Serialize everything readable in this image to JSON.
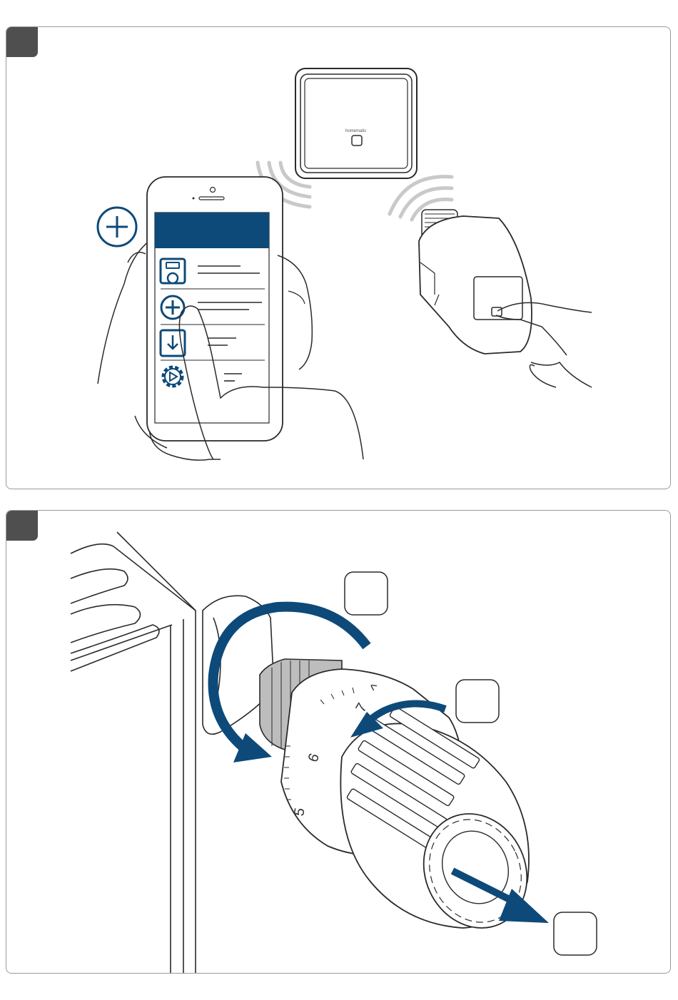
{
  "colors": {
    "accent": "#0d4a79",
    "badge": "#4f4f4f",
    "line": "#2a2a2a",
    "wave": "#c9c9c9",
    "knurl": "#bdbdbd",
    "panel_border": "#9a9a9a"
  },
  "panel1": {
    "access_point_brand": "homematic",
    "app_icons": [
      "device-icon",
      "plus-circle-icon",
      "download-icon",
      "gear-play-icon"
    ]
  },
  "panel2": {
    "dial_marks": [
      "5",
      "6",
      "7",
      "^"
    ]
  }
}
